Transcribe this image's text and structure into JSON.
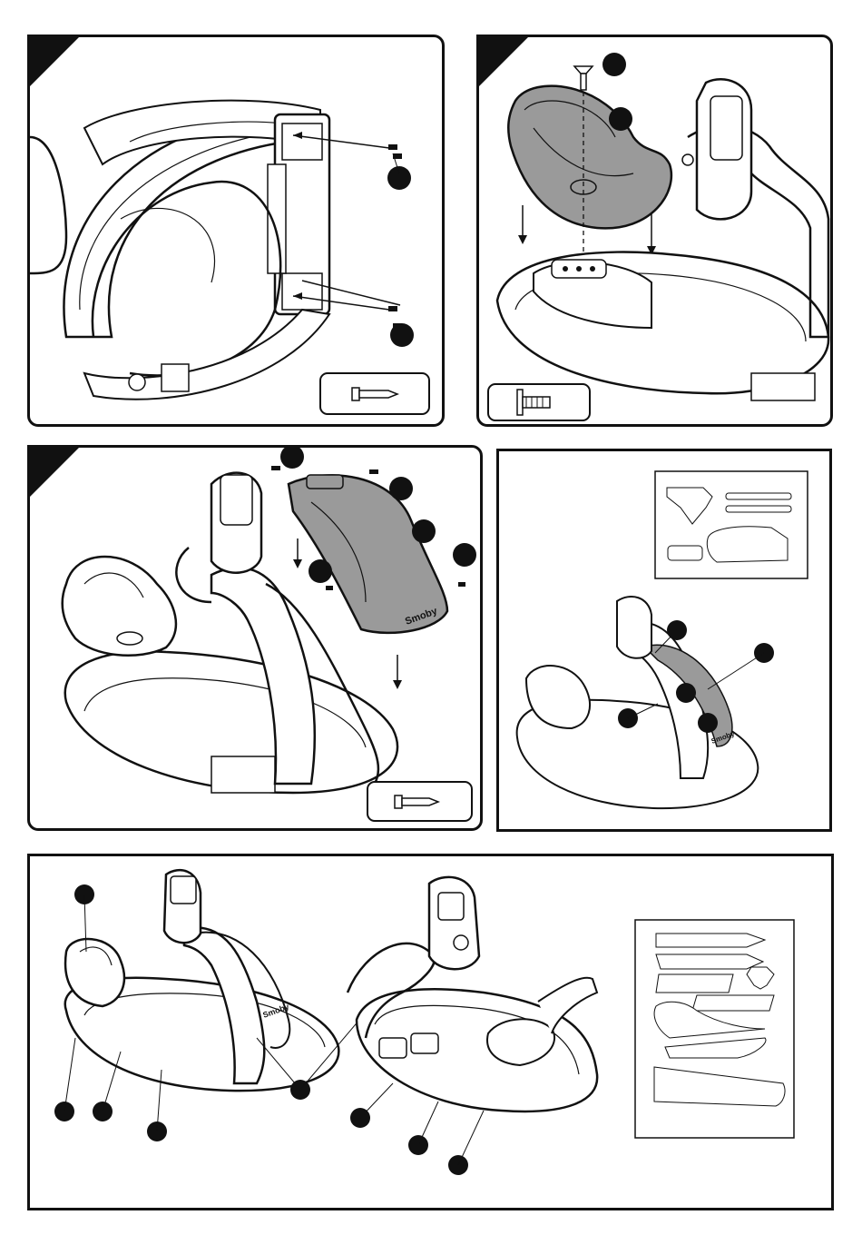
{
  "title": "",
  "panels": [
    {
      "id": "step-1"
    },
    {
      "id": "step-2"
    },
    {
      "id": "step-3"
    },
    {
      "id": "sticker-step"
    },
    {
      "id": "final-stickers"
    }
  ],
  "colors": {
    "line": "#111111",
    "part_fill": "#9a9a9a",
    "badge": "#111111",
    "background": "#ffffff"
  },
  "icons": {
    "screw": "screw-icon",
    "bolt": "bolt-icon",
    "callout": "callout-dot-icon"
  },
  "brand_mark": "Smoby"
}
